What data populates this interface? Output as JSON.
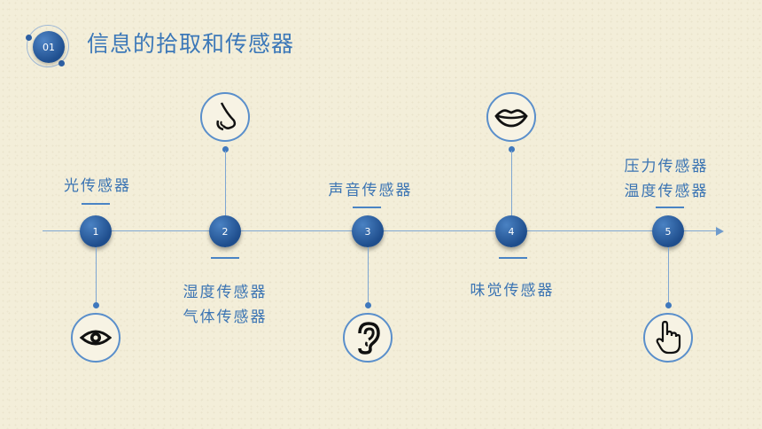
{
  "header": {
    "badge_number": "01",
    "title": "信息的拾取和传感器"
  },
  "timeline": {
    "nodes": [
      {
        "number": "1",
        "label_line1": "光传感器",
        "label_line2": "",
        "icon": "eye-icon"
      },
      {
        "number": "2",
        "label_line1": "湿度传感器",
        "label_line2": "气体传感器",
        "icon": "nose-icon"
      },
      {
        "number": "3",
        "label_line1": "声音传感器",
        "label_line2": "",
        "icon": "ear-icon"
      },
      {
        "number": "4",
        "label_line1": "味觉传感器",
        "label_line2": "",
        "icon": "lips-icon"
      },
      {
        "number": "5",
        "label_line1": "压力传感器",
        "label_line2": "温度传感器",
        "icon": "touch-hand-icon"
      }
    ]
  },
  "colors": {
    "accent": "#3c78b8",
    "node_dark": "#1e4d8c",
    "background": "#f3eed9"
  }
}
